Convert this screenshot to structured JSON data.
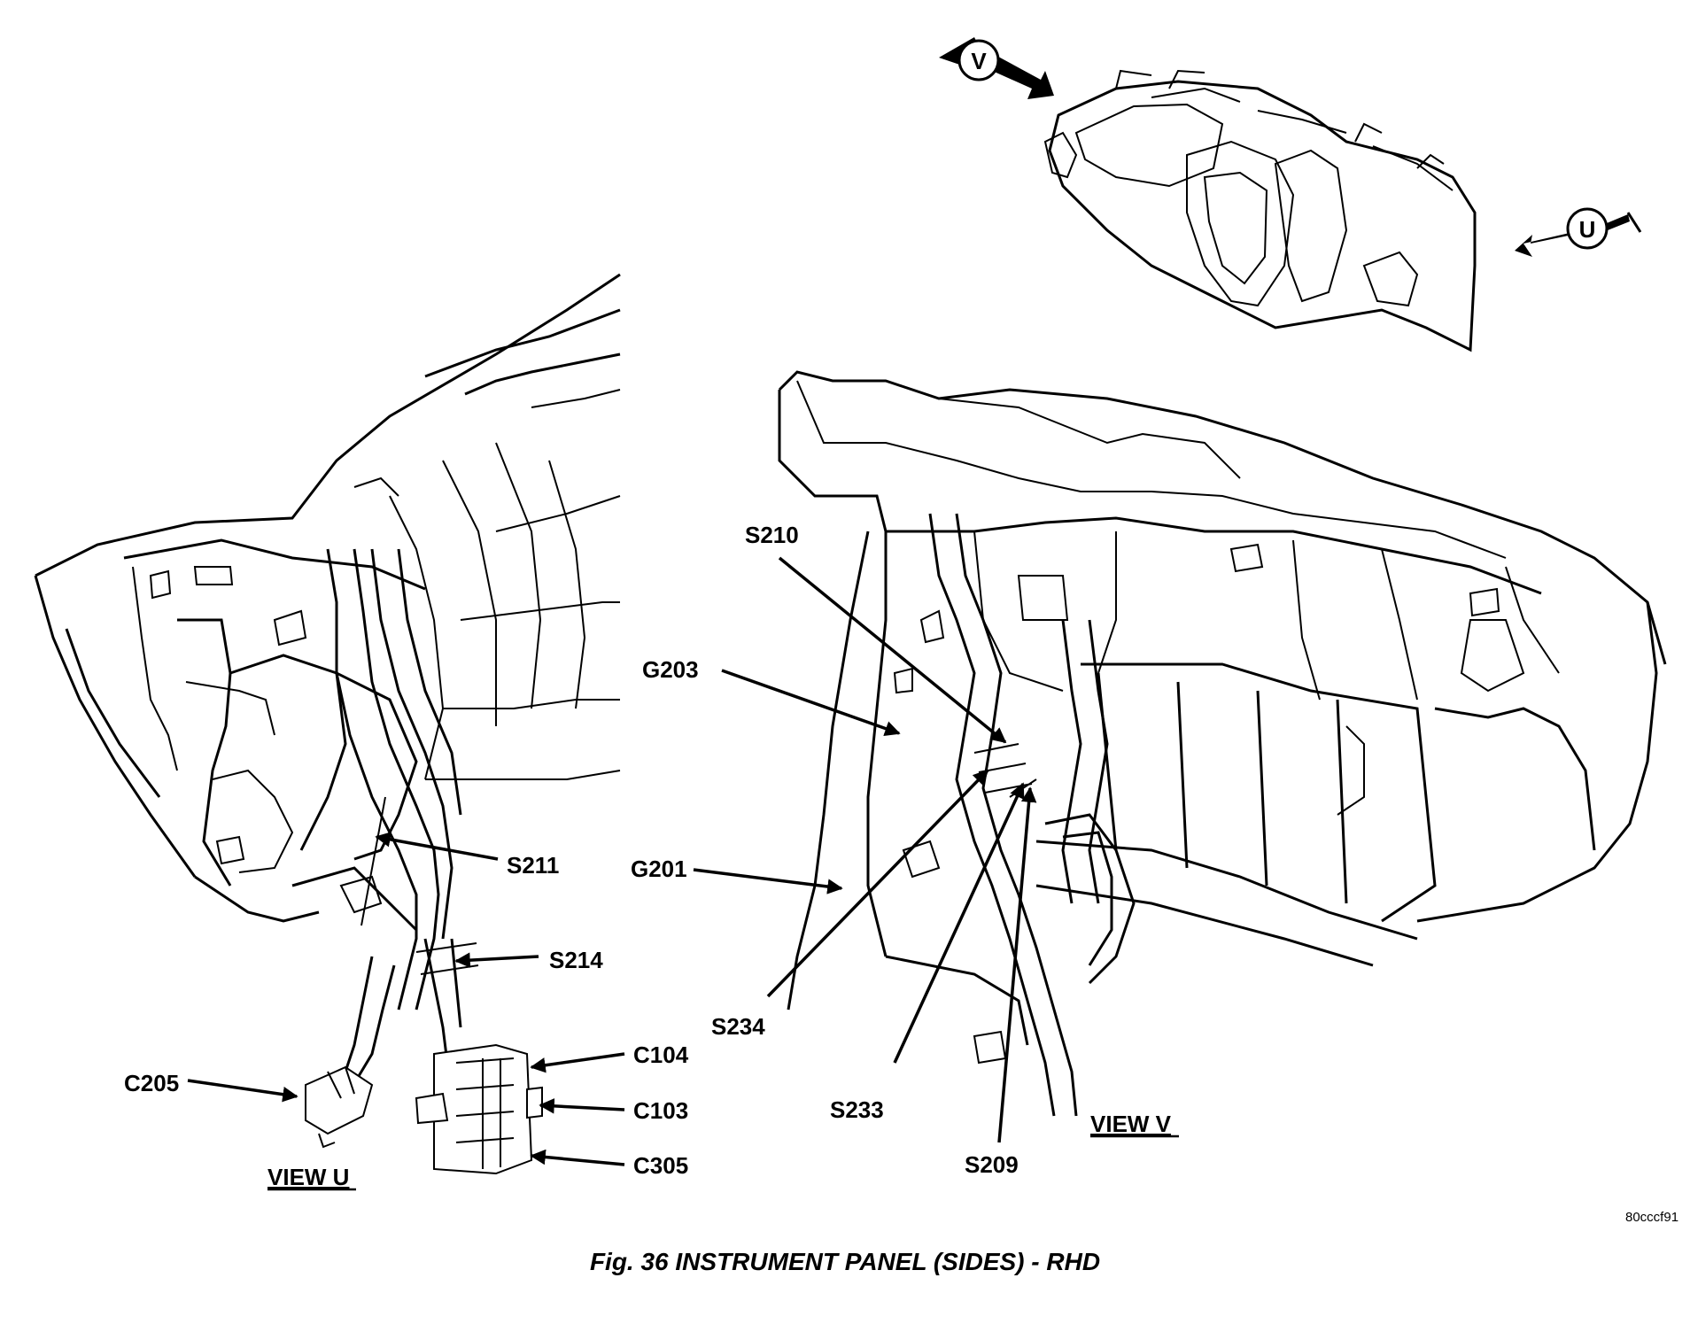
{
  "view_u": {
    "title": "VIEW U",
    "labels": {
      "s211": "S211",
      "s214": "S214",
      "c205": "C205",
      "c104": "C104",
      "c103": "C103",
      "c305": "C305"
    }
  },
  "view_v": {
    "title": "VIEW V",
    "labels": {
      "s210": "S210",
      "g203": "G203",
      "g201": "G201",
      "s234": "S234",
      "s233": "S233",
      "s209": "S209"
    }
  },
  "locator": {
    "v_marker": "V",
    "u_marker": "U"
  },
  "figure": {
    "caption": "Fig. 36 INSTRUMENT PANEL (SIDES) - RHD",
    "image_id": "80cccf91"
  }
}
